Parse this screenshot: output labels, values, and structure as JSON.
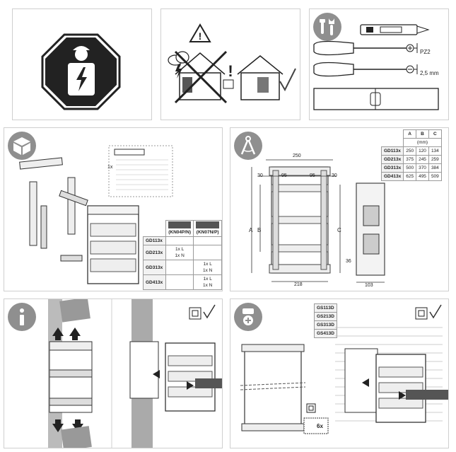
{
  "row1": {
    "tools": {
      "screwdriver1": "PZ2",
      "screwdriver2": "2,5 mm"
    }
  },
  "contents": {
    "quantity": "1x",
    "module_headers": [
      "(KN04P/N)",
      "(KN07N/P)"
    ],
    "rows": [
      {
        "model": "GD113x",
        "kn04": "",
        "kn07": ""
      },
      {
        "model": "GD213x",
        "kn04": "1x L\n1x N",
        "kn07": ""
      },
      {
        "model": "GD313x",
        "kn04": "",
        "kn07": "1x L\n1x N"
      },
      {
        "model": "GD413x",
        "kn04": "",
        "kn07": "1x L\n1x N"
      }
    ]
  },
  "dimensions": {
    "table_headers": [
      "A",
      "B",
      "C"
    ],
    "unit": "(mm)",
    "rows": [
      {
        "model": "GD113x",
        "a": "250",
        "b": "120",
        "c": "134"
      },
      {
        "model": "GD213x",
        "a": "375",
        "b": "245",
        "c": "259"
      },
      {
        "model": "GD313x",
        "a": "500",
        "b": "370",
        "c": "384"
      },
      {
        "model": "GD413x",
        "a": "625",
        "b": "495",
        "c": "509"
      }
    ],
    "labels": {
      "width_top": "250",
      "left_30": "30",
      "mid_95_a": "95",
      "mid_95_b": "95",
      "right_30": "30",
      "dim_a": "A",
      "dim_b": "B",
      "dim_c": "C",
      "dim_36": "36",
      "bottom_218": "218",
      "depth_103": "103"
    }
  },
  "mounting": {
    "models": [
      "GS113D",
      "GS213D",
      "GS313D",
      "GS413D"
    ],
    "screws": "6x"
  },
  "colors": {
    "badge": "#8f8f8f",
    "line": "#333333",
    "border": "#cfcfcf"
  }
}
